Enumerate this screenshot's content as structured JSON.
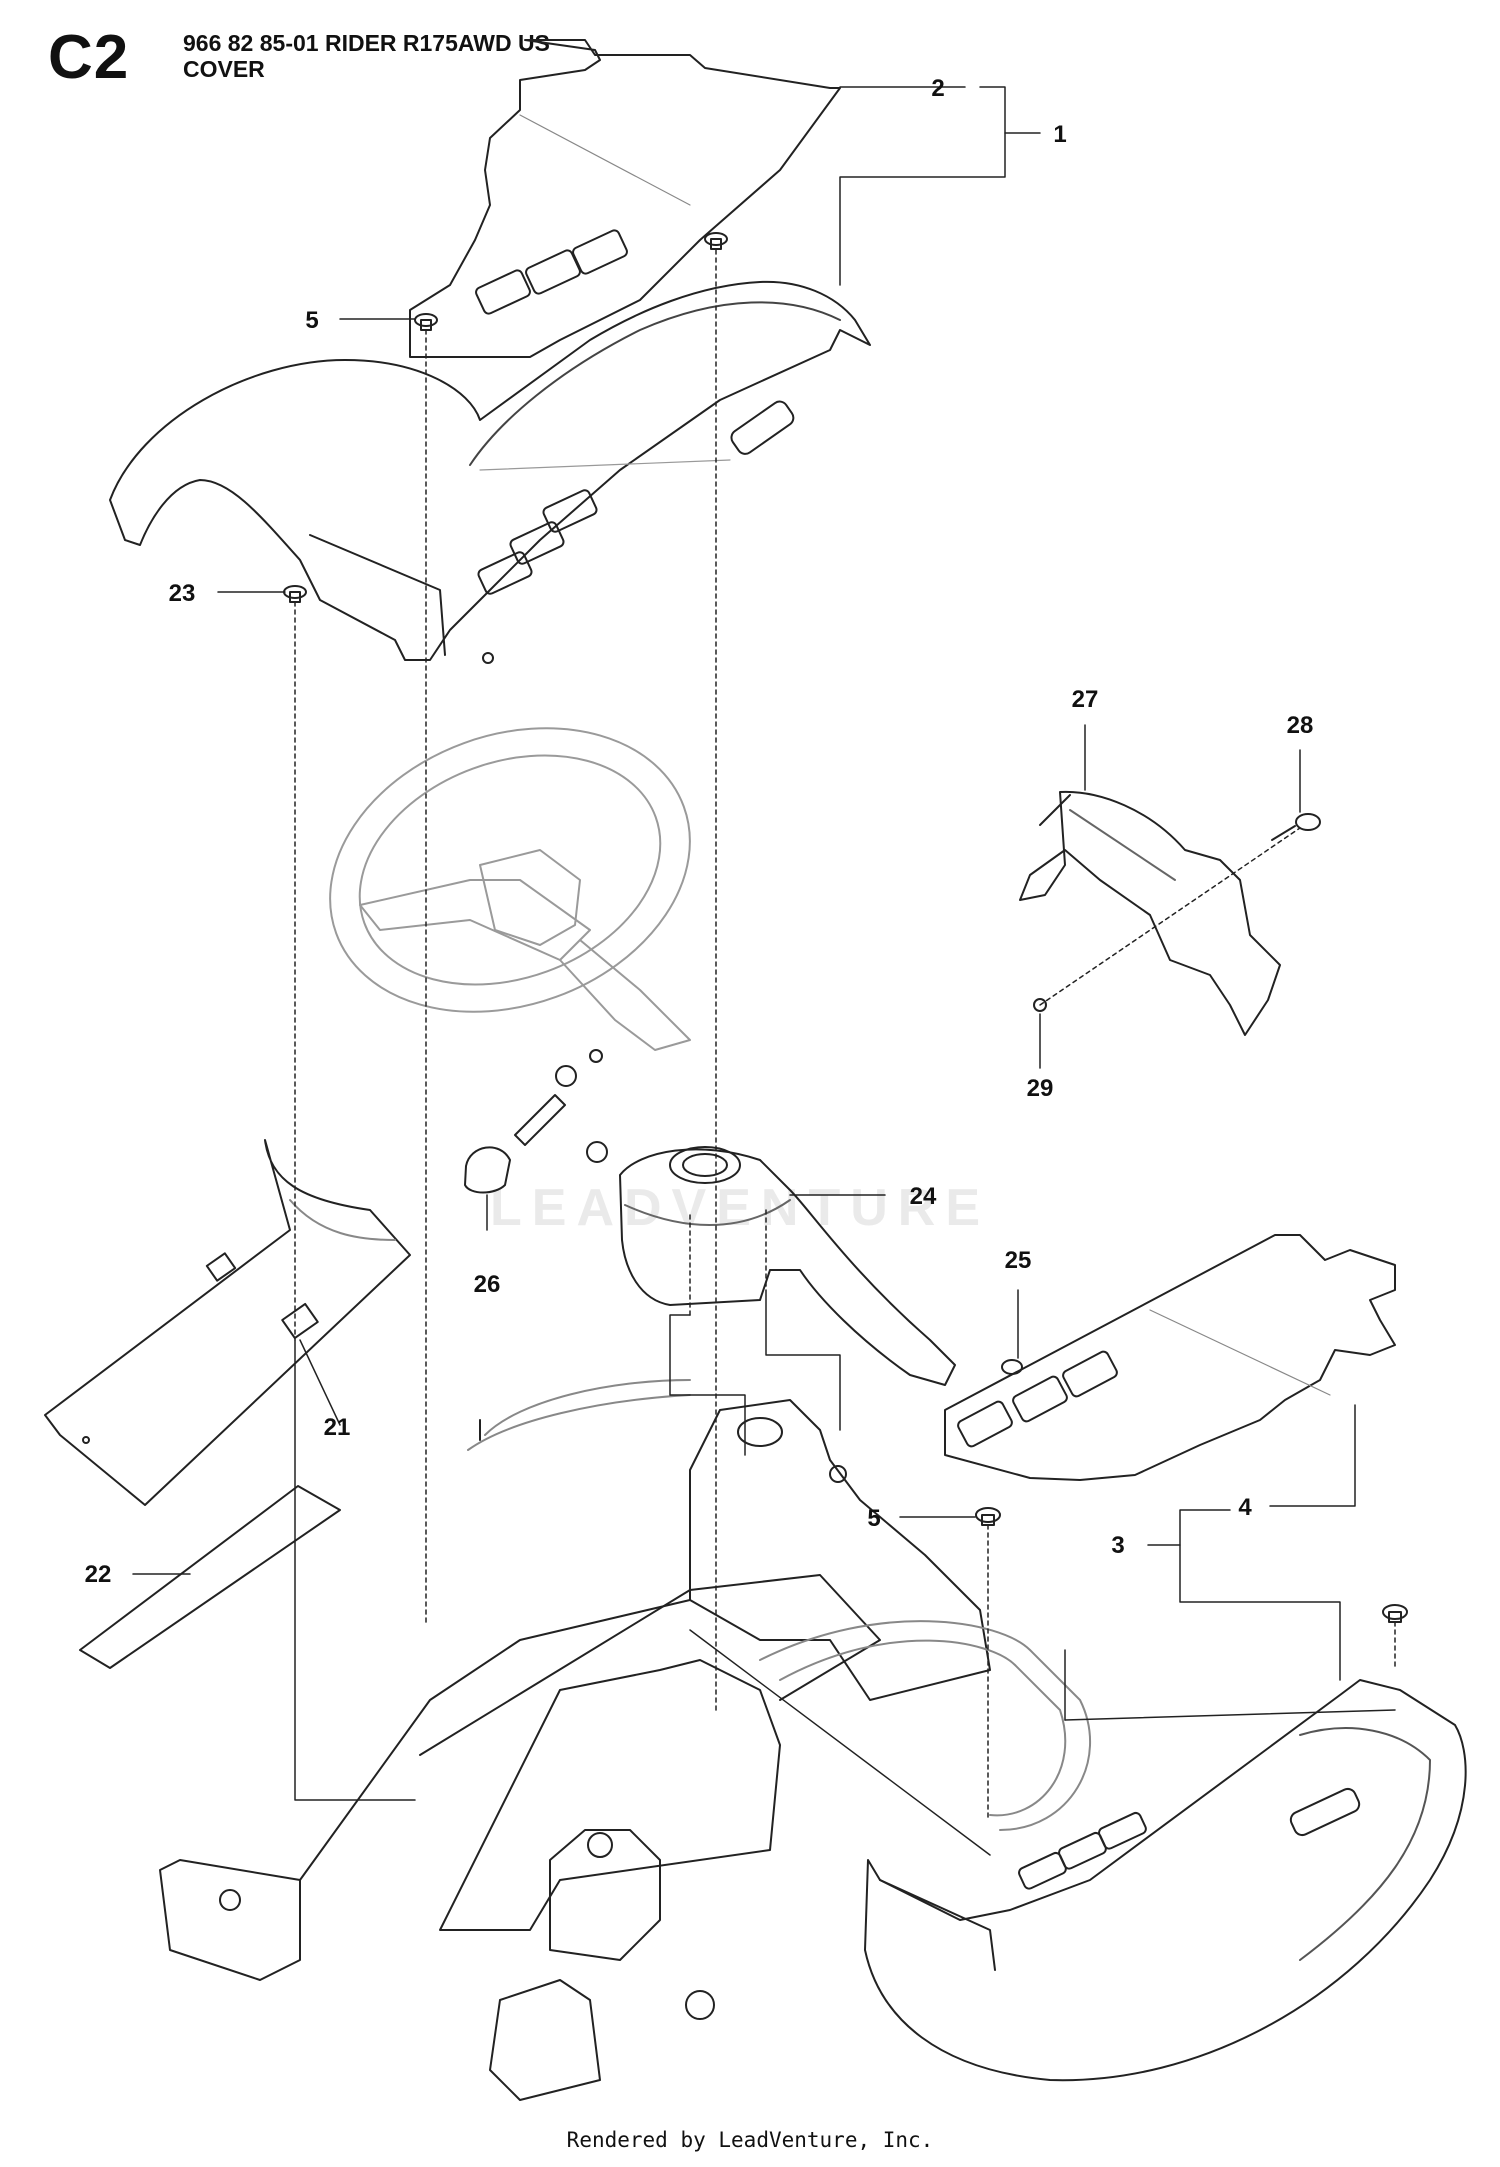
{
  "header": {
    "code": "C2",
    "model": "966 82 85-01 RIDER R175AWD US",
    "section": "COVER"
  },
  "callouts": [
    "1",
    "2",
    "3",
    "4",
    "5",
    "5",
    "21",
    "22",
    "23",
    "24",
    "25",
    "26",
    "27",
    "28",
    "29"
  ],
  "watermark": "LEADVENTURE",
  "footer": "Rendered by LeadVenture, Inc."
}
